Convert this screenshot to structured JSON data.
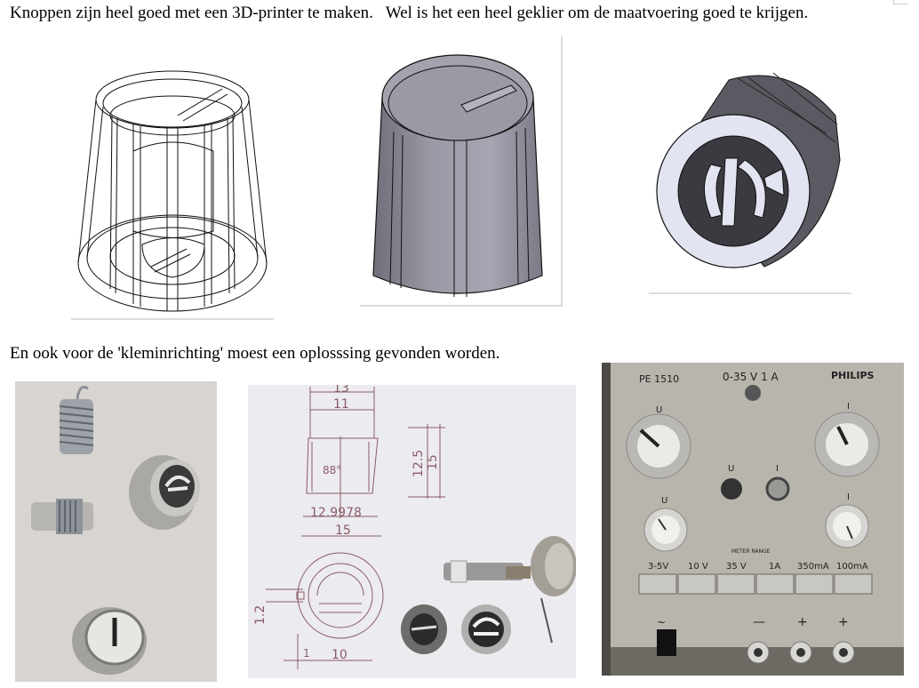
{
  "document": {
    "paragraph_1": "Knoppen zijn heel goed met een 3D-printer te maken.   Wel is het een heel geklier om de maatvoering goed te krijgen.",
    "paragraph_2": "En ook voor de 'kleminrichting' moest een oplosssing gevonden worden."
  },
  "drawing": {
    "dim_13": "13",
    "dim_11": "11",
    "dim_88": "88°",
    "dim_125": "12.5",
    "dim_15_v": "15",
    "dim_129978": "12.9978",
    "dim_15_h": "15",
    "dim_12": "1.2",
    "dim_1": "1",
    "dim_10": "10"
  },
  "psu": {
    "model": "PE 1510",
    "rating": "0-35 V  1 A",
    "brand": "PHILIPS",
    "knob_u_top": "U",
    "knob_i_top": "I",
    "jack_u": "U",
    "jack_i": "I",
    "knob_u_bottom": "U",
    "knob_i_bottom": "I",
    "meter_range": "METER RANGE",
    "range_labels": [
      "3-5V",
      "10 V",
      "35 V",
      "1A",
      "350mA",
      "100mA"
    ],
    "minus": "—",
    "plus1": "+",
    "plus2": "+",
    "tilde": "~"
  },
  "colors": {
    "knob_body": "#8c8c98",
    "psu_panel": "#b9b6ae",
    "photo_bg": "#dcdad6"
  }
}
